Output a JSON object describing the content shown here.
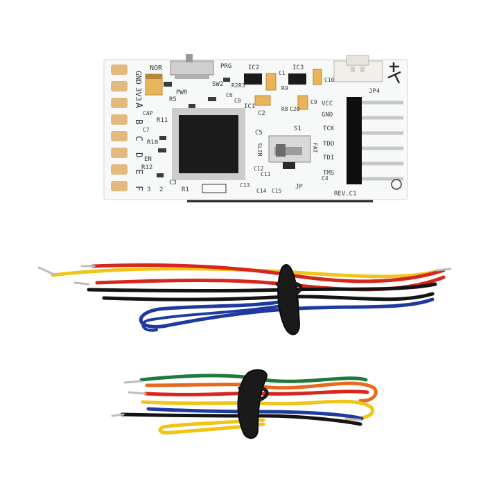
{
  "board": {
    "left_pads": [
      "GND",
      "3V3",
      "A",
      "B",
      "C",
      "D",
      "E",
      "F"
    ],
    "labels": {
      "nor": "NOR",
      "prg": "PRG",
      "sw2": "SW2",
      "pwr": "PWR",
      "ic2": "IC2",
      "ic3": "IC3",
      "ic1": "IC1",
      "c2": "C2",
      "c10": "C10",
      "jp4": "JP4",
      "vcc": "VCC",
      "gnd": "GND",
      "tck": "TCK",
      "tdo": "TDO",
      "tdi": "TDI",
      "tms": "TMS",
      "rev": "REV.C1",
      "s1": "S1",
      "slim": "SLIM",
      "fat": "FAT",
      "r5": "R5",
      "r11": "R11",
      "r10": "R10",
      "r12": "R12",
      "c7": "C7",
      "cap": "CAP",
      "en": "EN",
      "c5": "C5",
      "c3": "C3",
      "c12": "C12",
      "c11": "C11",
      "c13": "C13",
      "jp": "JP",
      "c8": "C8",
      "c6": "C6",
      "r2": "R2",
      "r3": "R3",
      "c1": "C1",
      "r9": "R9",
      "r8": "R8",
      "c20": "C20",
      "c9": "C9",
      "c4": "C4",
      "r1": "R1",
      "n3": "3",
      "n2": "2",
      "c15": "C15",
      "c14": "C14"
    }
  },
  "colors": {
    "board": "#f7f8f8",
    "chip": "#1b1b1b",
    "gold": "#e3ba7e",
    "tantalum": "#e8b55a",
    "header": "#0e0e0e",
    "wire_red": "#d8261c",
    "wire_black": "#141414",
    "wire_blue": "#1f3a9e",
    "wire_yellow": "#f0c419",
    "wire_green": "#1d7a3a",
    "wire_orange": "#e66a1c",
    "tie": "#1a1a1a"
  },
  "items": [
    {
      "name": "pcb-board"
    },
    {
      "name": "long-wire-bundle"
    },
    {
      "name": "short-wire-bundle"
    }
  ]
}
